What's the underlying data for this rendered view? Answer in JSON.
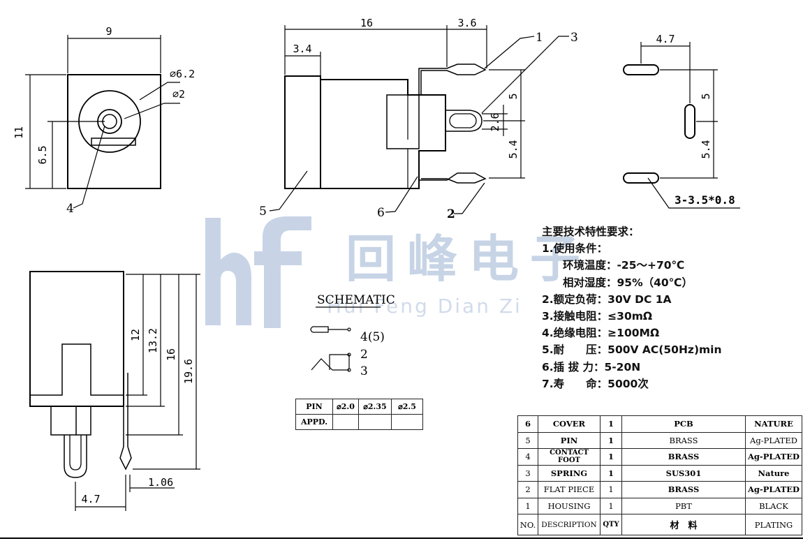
{
  "dimensions": {
    "front_width": "9",
    "front_height": "11",
    "front_center_height": "6.5",
    "outer_diameter": "⌀6.2",
    "pin_diameter": "⌀2",
    "top_length": "16",
    "top_rear": "3.6",
    "top_front": "3.4",
    "top_pin_spacing_a": "5",
    "top_pin_spacing_b": "5.4",
    "top_slot": "2.6",
    "pcb_spacing_x": "4.7",
    "pcb_spacing_a": "5",
    "pcb_spacing_b": "5.4",
    "pcb_slot_label": "3-3.5*0.8",
    "side_h1": "12",
    "side_h2": "13.2",
    "side_h3": "16",
    "side_h4": "19.6",
    "side_pin_thickness": "1.06",
    "side_pin_spacing": "4.7"
  },
  "callouts": {
    "c1": "1",
    "c2": "2",
    "c3": "3",
    "c4": "4",
    "c5": "5",
    "c6": "6"
  },
  "schematic": {
    "title": "SCHEMATIC",
    "pin_4": "4(5)",
    "pin_2": "2",
    "pin_3": "3"
  },
  "watermark": {
    "cn": "回峰电子",
    "en": "Hui Feng Dian Zi"
  },
  "pin_table": {
    "headers": [
      "PIN",
      "⌀2.0",
      "⌀2.35",
      "⌀2.5"
    ],
    "row_label": "APPD."
  },
  "specs": {
    "title": "主要技术特性要求：",
    "lines": [
      "1.使用条件：",
      "环境温度：-25～+70℃",
      "相对湿度：95%（40℃）",
      "2.额定负荷：30V DC 1A",
      "3.接触电阻：≤30mΩ",
      "4.绝缘电阻：≥100MΩ",
      "5.耐　　压：500V AC(50Hz)min",
      "6.插 拔 力：5-20N",
      "7.寿　　命：5000次"
    ]
  },
  "bom": [
    {
      "no": "6",
      "desc": "COVER",
      "qty": "1",
      "mat": "PCB",
      "plating": "NATURE"
    },
    {
      "no": "5",
      "desc": "PIN",
      "qty": "1",
      "mat": "BRASS",
      "plating": "Ag-PLATED"
    },
    {
      "no": "4",
      "desc": "CONTACT FOOT",
      "qty": "1",
      "mat": "BRASS",
      "plating": "Ag-PLATED"
    },
    {
      "no": "3",
      "desc": "SPRING",
      "qty": "1",
      "mat": "SUS301",
      "plating": "Nature"
    },
    {
      "no": "2",
      "desc": "FLAT PIECE",
      "qty": "1",
      "mat": "BRASS",
      "plating": "Ag-PLATED"
    },
    {
      "no": "1",
      "desc": "HOUSING",
      "qty": "1",
      "mat": "PBT",
      "plating": "BLACK"
    },
    {
      "no": "NO.",
      "desc": "DESCRIPTION",
      "qty": "QTY",
      "mat": "材　料",
      "plating": "PLATING"
    }
  ]
}
